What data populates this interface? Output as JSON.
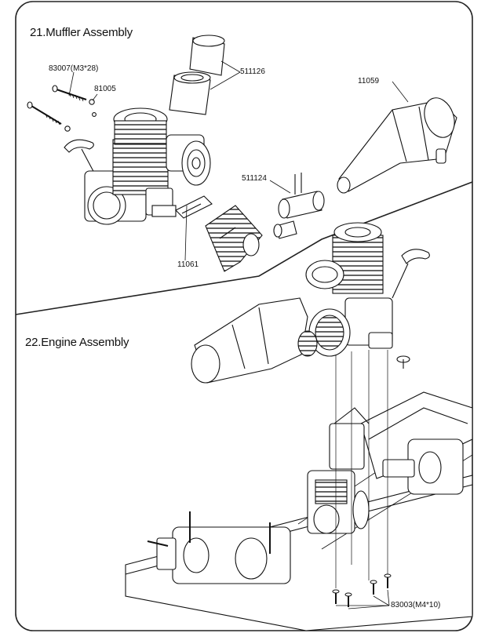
{
  "sections": [
    {
      "title": "21.Muffler Assembly"
    },
    {
      "title": "22.Engine Assembly"
    }
  ],
  "part_labels": {
    "bolt_m3x28": "83007(M3*28)",
    "washer": "81005",
    "muffler_coupler": "511126",
    "muffler": "11059",
    "manifold_spring": "511124",
    "exhaust_header": "11061",
    "engine_screw_m4x10": "83003(M4*10)"
  },
  "colors": {
    "line": "#111111",
    "frame": "#222222",
    "background": "#ffffff"
  }
}
